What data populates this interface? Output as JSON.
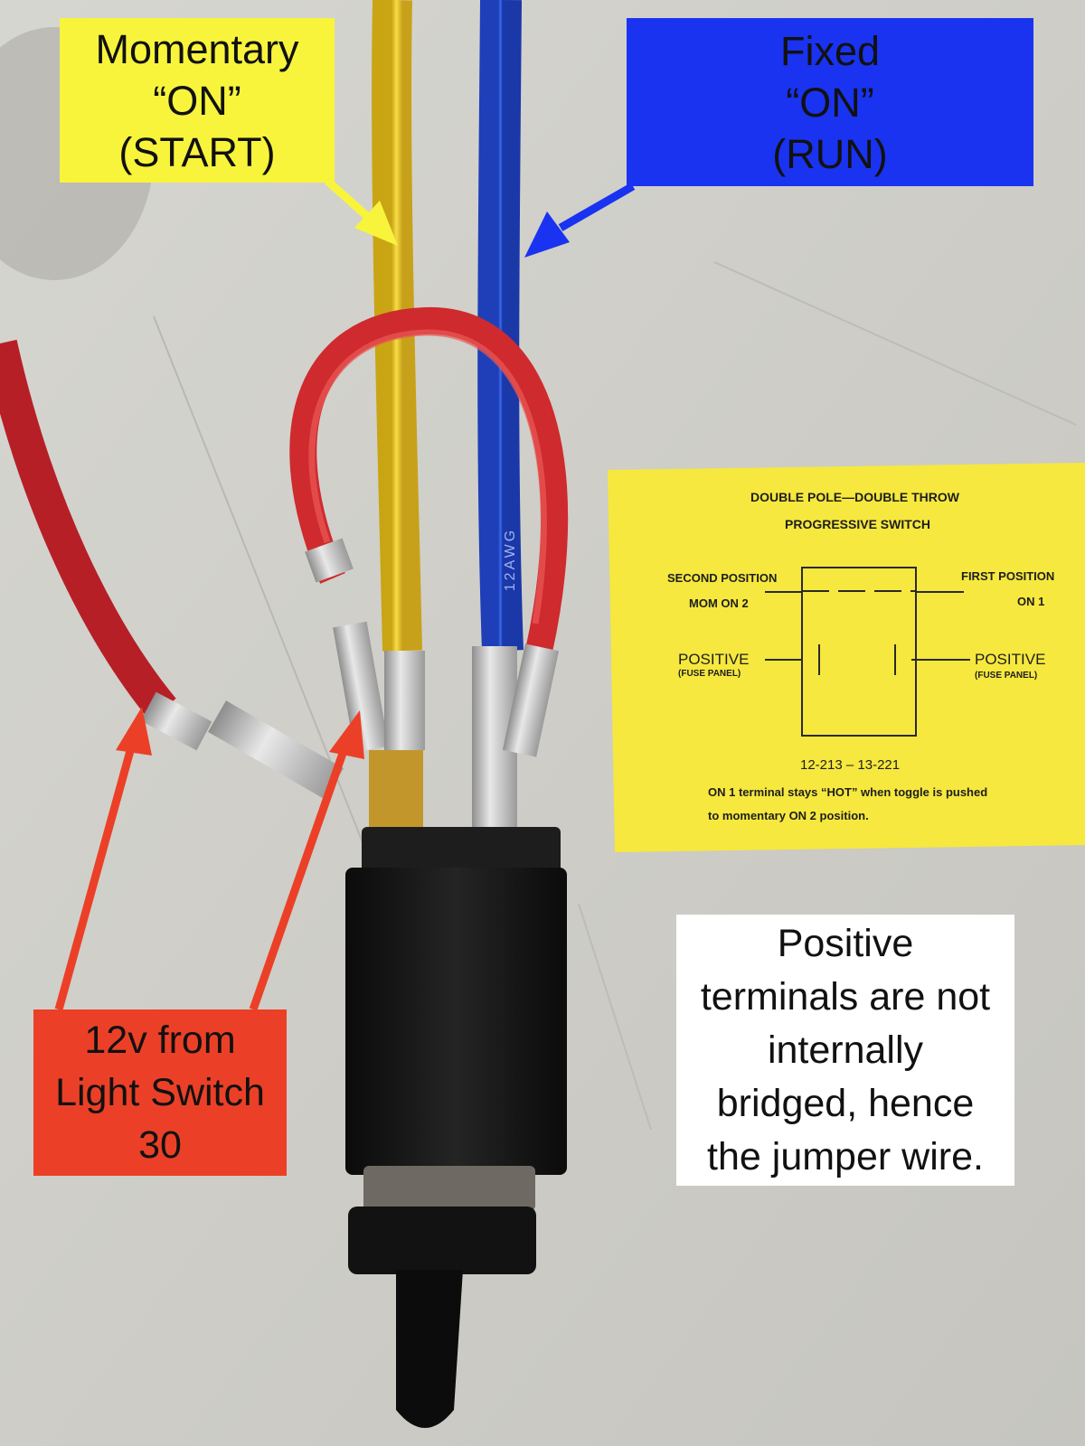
{
  "callouts": {
    "momentary": {
      "lines": [
        "Momentary",
        "“ON”",
        "(START)"
      ],
      "bg": "#f8f43c"
    },
    "fixed": {
      "lines": [
        "Fixed",
        "“ON”",
        "(RUN)"
      ],
      "bg": "#1a33f0"
    },
    "supply": {
      "lines": [
        "12v from",
        "Light Switch",
        "30"
      ],
      "bg": "#eb4027"
    },
    "note": {
      "lines": [
        "Positive",
        "terminals are not",
        "internally",
        "bridged, hence",
        "the jumper wire."
      ],
      "bg": "#ffffff"
    }
  },
  "yellow_card": {
    "title_1": "DOUBLE POLE—DOUBLE THROW",
    "title_2": "PROGRESSIVE SWITCH",
    "second_position": "SECOND POSITION",
    "mom_on_2": "MOM ON 2",
    "first_position": "FIRST POSITION",
    "on_1": "ON 1",
    "positive_left": "POSITIVE",
    "fuse_left": "(FUSE PANEL)",
    "positive_right": "POSITIVE",
    "fuse_right": "(FUSE PANEL)",
    "part_numbers": "12-213 – 13-221",
    "note_1": "ON 1 terminal stays “HOT” when toggle is pushed",
    "note_2": "to momentary ON 2 position."
  },
  "wire_print": "12AWG",
  "colors": {
    "yellow_wire": "#f2d12f",
    "blue_wire": "#2b56e0",
    "red_wire": "#c9232b",
    "arrow_red": "#eb4027",
    "card_yellow": "#f8ea3a",
    "switch_body": "#151515"
  }
}
